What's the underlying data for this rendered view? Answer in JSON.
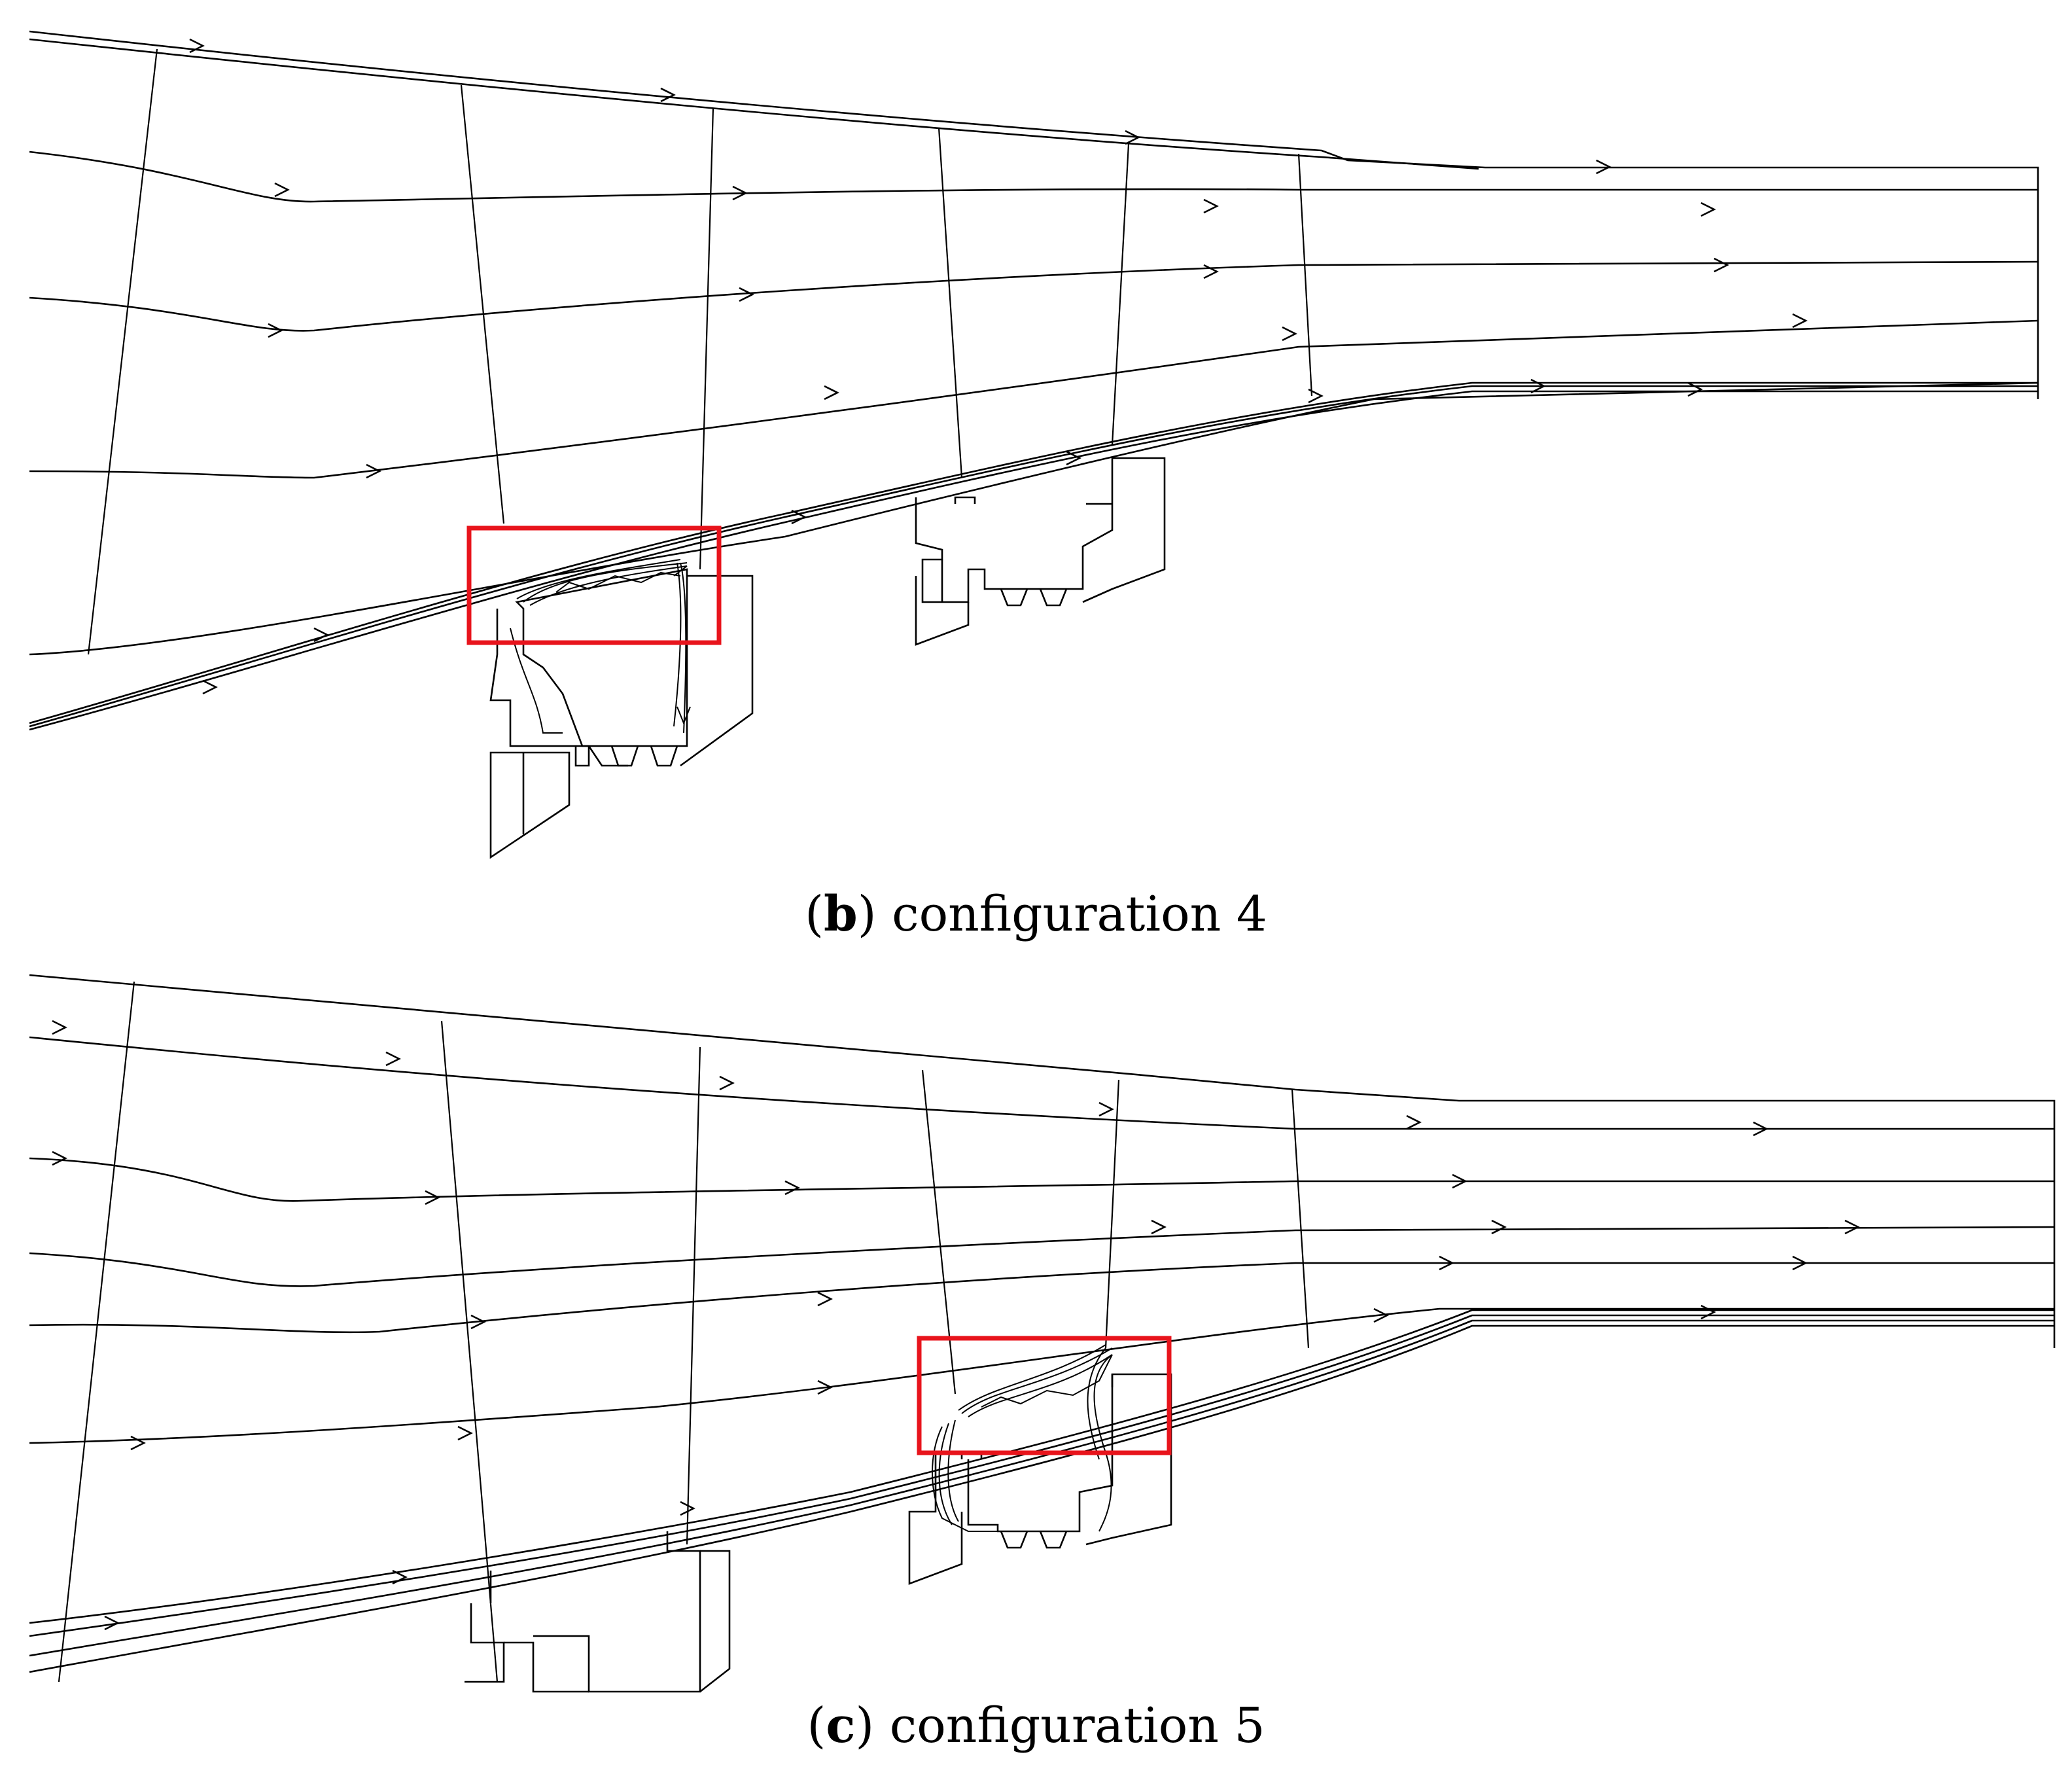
{
  "colors": {
    "highlight": "#e8141c",
    "lines": "#000000",
    "background": "#ffffff"
  },
  "panels": [
    {
      "letter": "b",
      "caption": "configuration 4"
    },
    {
      "letter": "c",
      "caption": "configuration 5"
    }
  ]
}
